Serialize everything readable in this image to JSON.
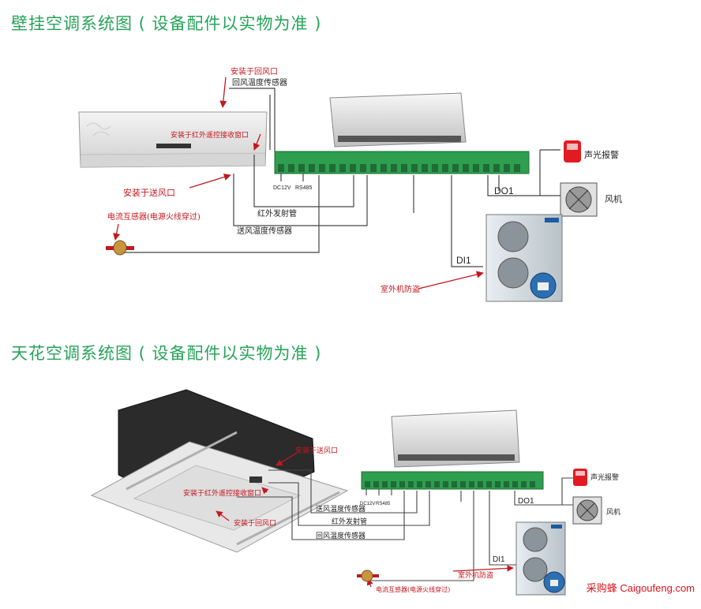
{
  "section1": {
    "title": "壁挂空调系统图 ( 设备配件以实物为准 )",
    "labels": {
      "return_vent": "安装于回风口",
      "return_temp": "回风温度传感器",
      "ir_receiver": "安装于红外遥控接收窗口",
      "supply_vent": "安装于送风口",
      "current_sensor": "电流互感器(电源火线穿过)",
      "ir_emitter": "红外发射管",
      "supply_temp": "送风温度传感器",
      "dc12v": "DC12V",
      "rs485": "RS485",
      "do1": "DO1",
      "di1": "DI1",
      "alarm": "声光报警",
      "fan": "风机",
      "outdoor": "室外机防盗"
    }
  },
  "section2": {
    "title": "天花空调系统图 ( 设备配件以实物为准 )",
    "labels": {
      "supply_vent": "安装于送风口",
      "ir_receiver": "安装于红外遥控接收窗口",
      "return_vent": "安装于回风口",
      "supply_temp": "送风温度传感器",
      "ir_emitter": "红外发射管",
      "return_temp": "回风温度传感器",
      "dc12v": "DC12V",
      "rs485": "RS485",
      "do1": "DO1",
      "di1": "DI1",
      "alarm": "声光报警",
      "fan": "风机",
      "outdoor": "室外机防盗",
      "current_sensor": "电流互感器(电源火线穿过)"
    }
  },
  "watermark": {
    "cn": "采购蜂",
    "en": "Caigoufeng.com"
  },
  "colors": {
    "title": "#27a35a",
    "label_red": "#c2181f",
    "terminal_green": "#2e9e4f"
  }
}
